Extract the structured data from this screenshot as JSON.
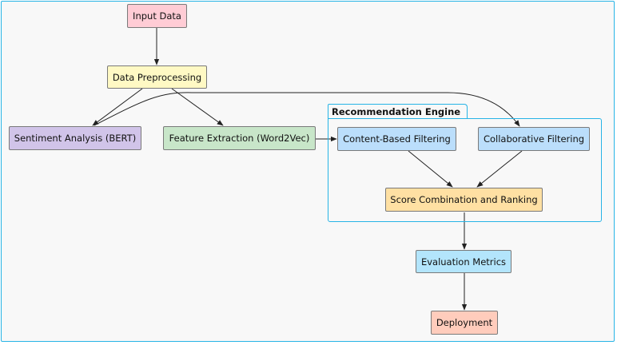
{
  "colors": {
    "frame_border": "#27b4e6",
    "background": "#f8f8f8",
    "edge": "#222222"
  },
  "package": {
    "label": "Recommendation Engine"
  },
  "nodes": {
    "input_data": {
      "label": "Input Data",
      "color": "#ffccd5"
    },
    "data_preprocessing": {
      "label": "Data Preprocessing",
      "color": "#fff9c4"
    },
    "sentiment_analysis": {
      "label": "Sentiment Analysis (BERT)",
      "color": "#d1c4e9"
    },
    "feature_extraction": {
      "label": "Feature Extraction (Word2Vec)",
      "color": "#c8e6c9"
    },
    "content_based_filtering": {
      "label": "Content-Based Filtering",
      "color": "#bbdefb"
    },
    "collaborative_filtering": {
      "label": "Collaborative Filtering",
      "color": "#bbdefb"
    },
    "score_combination": {
      "label": "Score Combination and Ranking",
      "color": "#ffe0a3"
    },
    "evaluation_metrics": {
      "label": "Evaluation Metrics",
      "color": "#b3e5fc"
    },
    "deployment": {
      "label": "Deployment",
      "color": "#ffccbc"
    }
  },
  "edges": [
    {
      "from": "Input Data",
      "to": "Data Preprocessing"
    },
    {
      "from": "Data Preprocessing",
      "to": "Sentiment Analysis (BERT)"
    },
    {
      "from": "Data Preprocessing",
      "to": "Feature Extraction (Word2Vec)"
    },
    {
      "from": "Sentiment Analysis (BERT)",
      "to": "Collaborative Filtering"
    },
    {
      "from": "Feature Extraction (Word2Vec)",
      "to": "Content-Based Filtering"
    },
    {
      "from": "Content-Based Filtering",
      "to": "Score Combination and Ranking"
    },
    {
      "from": "Collaborative Filtering",
      "to": "Score Combination and Ranking"
    },
    {
      "from": "Score Combination and Ranking",
      "to": "Evaluation Metrics"
    },
    {
      "from": "Evaluation Metrics",
      "to": "Deployment"
    }
  ]
}
